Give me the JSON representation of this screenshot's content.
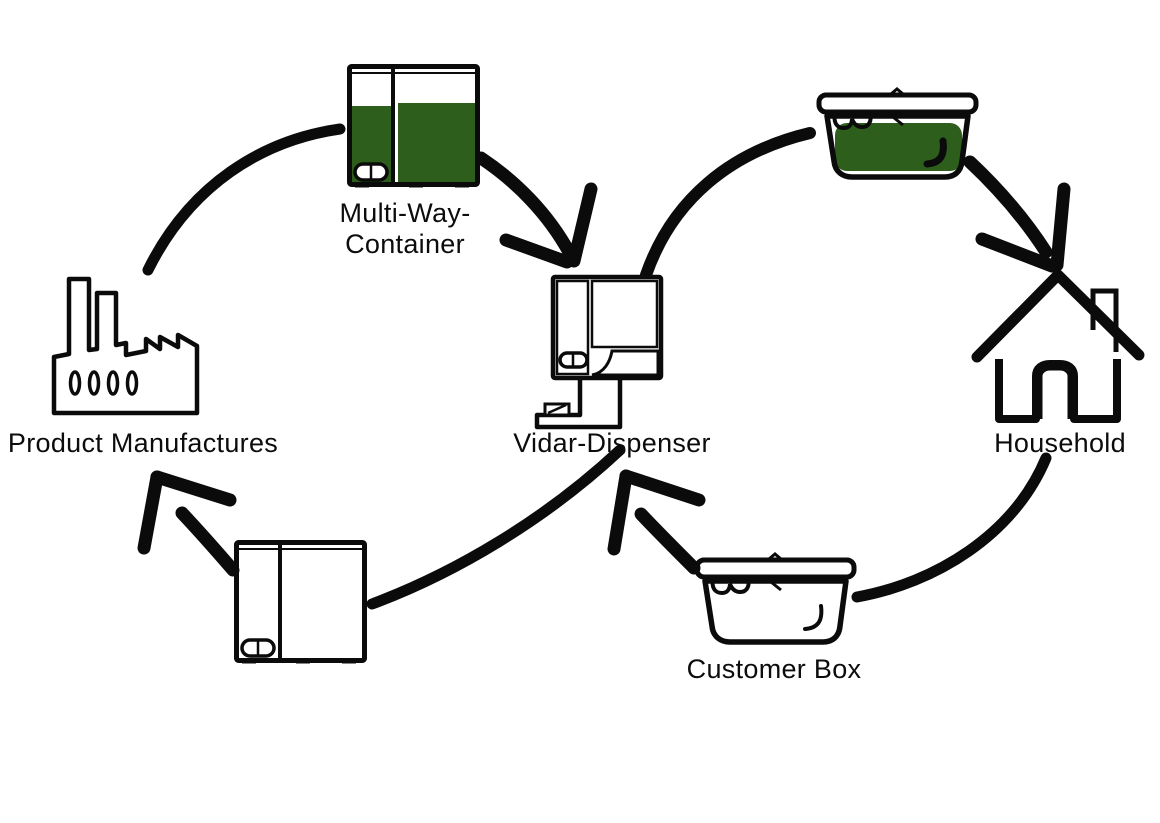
{
  "diagram": {
    "type": "cycle-flow-diagram",
    "colors": {
      "line": "#0b0b0b",
      "fill_green": "#2d5e1b",
      "background": "#ffffff"
    },
    "nodes": {
      "multi_way_container": {
        "lines": [
          "Multi-Way-",
          "Container"
        ],
        "icon": "container-icon-filled"
      },
      "product_manufactures": {
        "label": "Product Manufactures",
        "icon": "factory-icon"
      },
      "vidar_dispenser": {
        "label": "Vidar-Dispenser",
        "icon": "dispenser-icon"
      },
      "household": {
        "label": "Household",
        "icon": "house-icon"
      },
      "customer_box": {
        "label": "Customer Box",
        "icon": "box-icon-empty"
      },
      "return_container": {
        "label": "",
        "icon": "container-icon-empty"
      },
      "filled_box": {
        "label": "",
        "icon": "box-icon-filled"
      }
    },
    "edges": [
      {
        "from": "product_manufactures",
        "to": "multi_way_container",
        "arrowhead": false
      },
      {
        "from": "multi_way_container",
        "to": "vidar_dispenser",
        "arrowhead": true
      },
      {
        "from": "vidar_dispenser",
        "to": "return_container",
        "arrowhead": false
      },
      {
        "from": "return_container",
        "to": "product_manufactures",
        "arrowhead": true
      },
      {
        "from": "vidar_dispenser",
        "to": "filled_box",
        "arrowhead": false
      },
      {
        "from": "filled_box",
        "to": "household",
        "arrowhead": true
      },
      {
        "from": "household",
        "to": "customer_box",
        "arrowhead": false
      },
      {
        "from": "customer_box",
        "to": "vidar_dispenser",
        "arrowhead": true
      }
    ]
  }
}
